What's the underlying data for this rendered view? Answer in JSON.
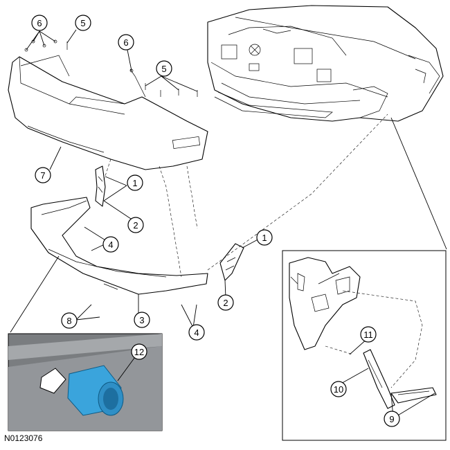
{
  "figure_id": "N0123076",
  "callouts": [
    {
      "label": "6"
    },
    {
      "label": "5"
    },
    {
      "label": "6"
    },
    {
      "label": "5"
    },
    {
      "label": "7"
    },
    {
      "label": "1"
    },
    {
      "label": "2"
    },
    {
      "label": "4"
    },
    {
      "label": "1"
    },
    {
      "label": "2"
    },
    {
      "label": "8"
    },
    {
      "label": "3"
    },
    {
      "label": "4"
    },
    {
      "label": "11"
    },
    {
      "label": "10"
    },
    {
      "label": "9"
    },
    {
      "label": "12"
    }
  ],
  "colors": {
    "sensor_bracket": "#3aa4dc",
    "inset_background": "#7a7d80"
  }
}
